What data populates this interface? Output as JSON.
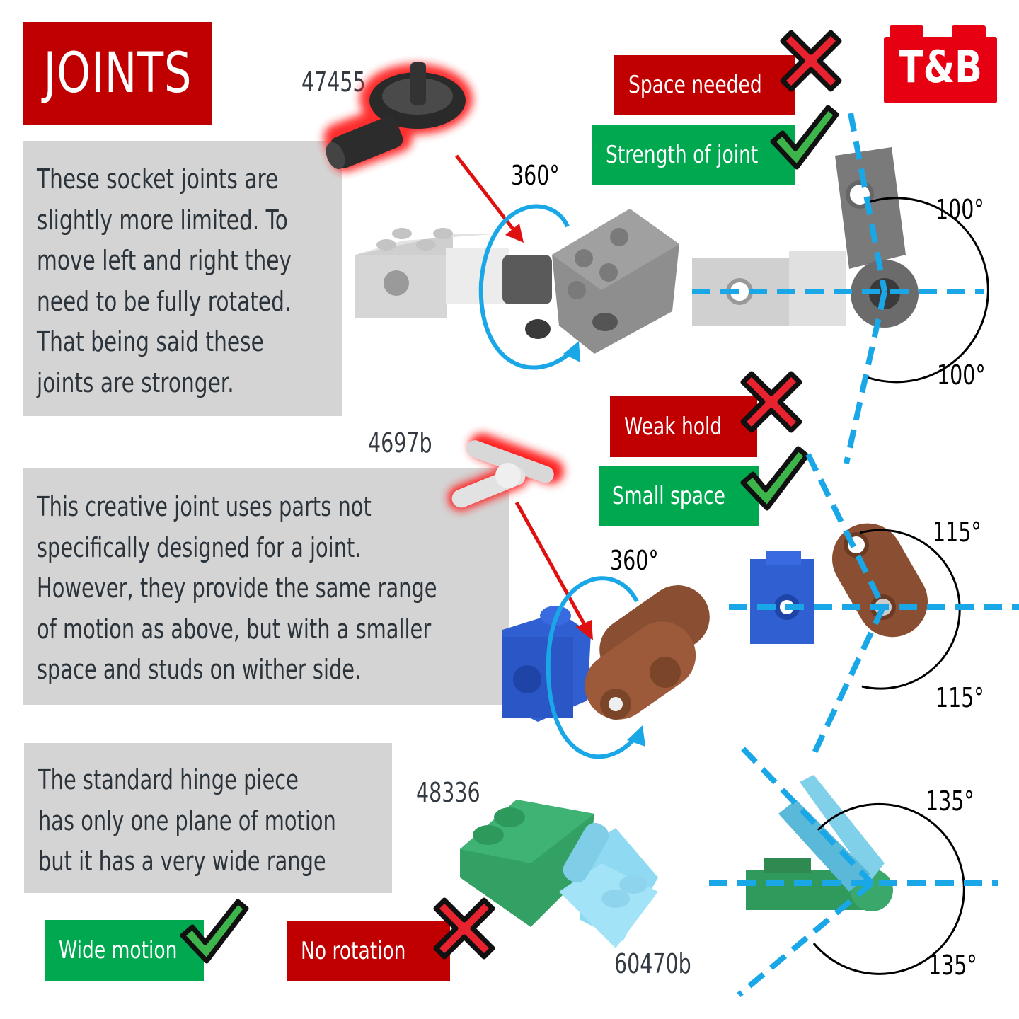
{
  "title": "JOINTS",
  "logo": {
    "text": "T&B",
    "color": "#e60012"
  },
  "colors": {
    "title_red": "#c00000",
    "pro_green": "#00a84f",
    "con_red": "#c00000",
    "guide_blue": "#1aa7e8",
    "desc_bg": "#d4d4d4"
  },
  "sections": [
    {
      "description": "These socket joints are\nslightly more limited. To\nmove left and right they\nneed to be fully rotated.\nThat being said these\njoints are stronger.",
      "part_number": "47455",
      "rotation_label": "360°",
      "con": {
        "label": "Space needed",
        "icon": "x-mark-icon"
      },
      "pro": {
        "label": "Strength of joint",
        "icon": "check-mark-icon"
      },
      "angles": {
        "upper": "100°",
        "lower": "100°"
      }
    },
    {
      "description": "This creative joint uses parts not\nspecifically designed for a joint.\nHowever, they provide the same range\nof motion as above, but with a smaller\nspace and studs on wither side.",
      "part_number": "4697b",
      "rotation_label": "360°",
      "con": {
        "label": "Weak hold",
        "icon": "x-mark-icon"
      },
      "pro": {
        "label": "Small space",
        "icon": "check-mark-icon"
      },
      "angles": {
        "upper": "115°",
        "lower": "115°"
      }
    },
    {
      "description": "The standard hinge piece\nhas only one plane of motion\nbut it has a very wide range",
      "part_numbers": [
        "48336",
        "60470b"
      ],
      "pro": {
        "label": "Wide motion",
        "icon": "check-mark-icon"
      },
      "con": {
        "label": "No rotation",
        "icon": "x-mark-icon"
      },
      "angles": {
        "upper": "135°",
        "lower": "135°"
      }
    }
  ]
}
